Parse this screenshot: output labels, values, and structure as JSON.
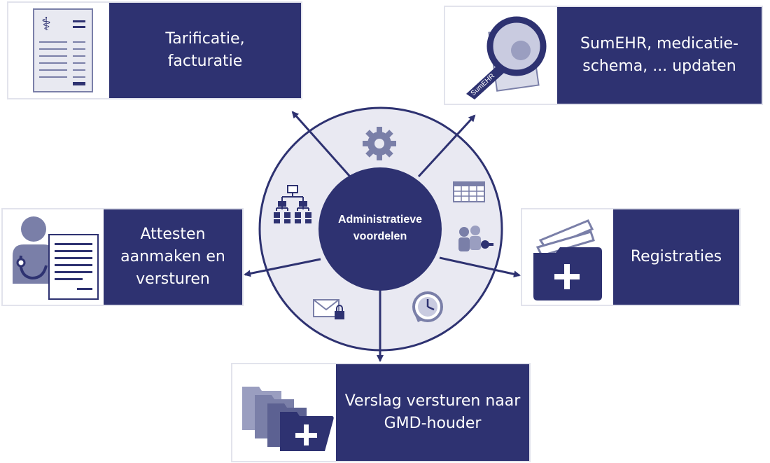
{
  "center": {
    "label": "Administratieve\nvoordelen"
  },
  "boxes": {
    "tarificatie": {
      "label": "Tarificatie,\nfacturatie"
    },
    "sumehr": {
      "label": "SumEHR, medicatie-\nschema, ... updaten",
      "icon_text": "SumEHR"
    },
    "attesten": {
      "label": "Attesten\naanmaken en\nversturen"
    },
    "registraties": {
      "label": "Registraties"
    },
    "verslag": {
      "label": "Verslag versturen naar\nGMD-houder"
    }
  },
  "icons": {
    "tarificatie": "prescription-document-icon",
    "sumehr": "magnifier-document-icon",
    "attesten": "doctor-document-icon",
    "registraties": "medical-folder-icon",
    "verslag": "medical-folders-icon",
    "ring": [
      "gear-icon",
      "table-icon",
      "users-key-icon",
      "clock-icon",
      "secure-mail-icon",
      "org-chart-icon"
    ]
  },
  "colors": {
    "navy": "#2e3271",
    "ring_fill": "#e9e9f2",
    "icon_gray": "#7a7fa8"
  }
}
